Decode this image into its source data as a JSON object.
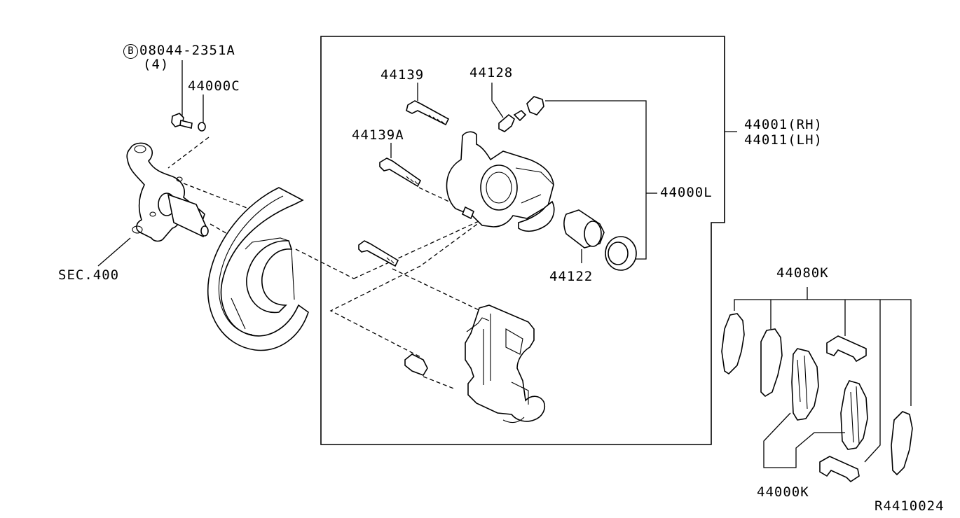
{
  "labels": {
    "bolt_part": "08044-2351A",
    "bolt_badge": "B",
    "bolt_qty": "(4)",
    "washer_part": "44000C",
    "knuckle_section": "SEC.400",
    "pin_bolt": "44139",
    "pin_bolt_a": "44139A",
    "bleeder": "44128",
    "caliper_rh": "44001(RH)",
    "caliper_lh": "44011(LH)",
    "seal_kit": "44000L",
    "piston": "44122",
    "pad_hardware": "44080K",
    "pad_kit": "44000K",
    "diagram_ref": "R4410024"
  }
}
